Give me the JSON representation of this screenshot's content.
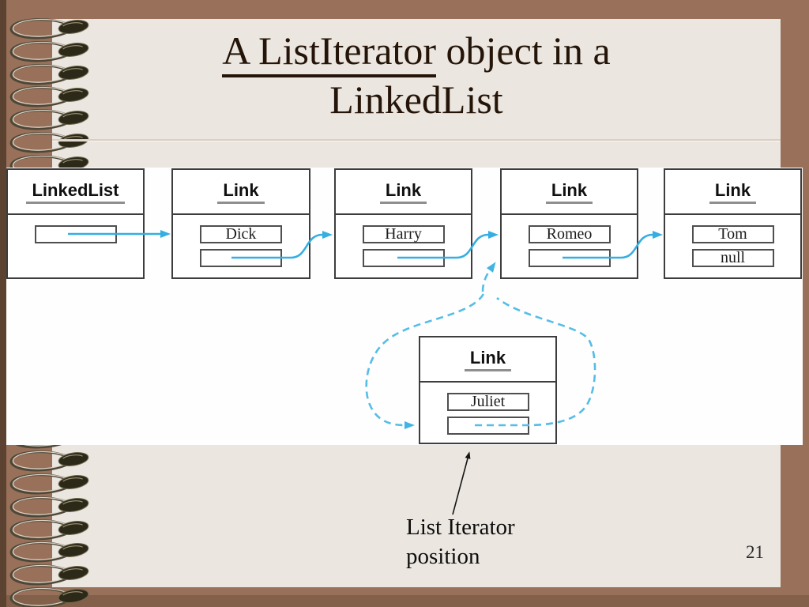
{
  "slide": {
    "title_line1_underlined": "A ListIterator",
    "title_line1_rest": " object in a",
    "title_line2": "LinkedList",
    "caption_line1": "List Iterator",
    "caption_line2": "position",
    "page_number": "21"
  },
  "diagram": {
    "boxes": [
      {
        "title": "LinkedList",
        "field1": ""
      },
      {
        "title": "Link",
        "field1": "Dick",
        "field2": ""
      },
      {
        "title": "Link",
        "field1": "Harry",
        "field2": ""
      },
      {
        "title": "Link",
        "field1": "Romeo",
        "field2": ""
      },
      {
        "title": "Link",
        "field1": "Tom",
        "field2": "null"
      },
      {
        "title": "Link",
        "field1": "Juliet",
        "field2": ""
      }
    ]
  },
  "colors": {
    "background_brown": "#997059",
    "slide_cream": "#ebe6e0",
    "diagram_white": "#fefefe",
    "title_text": "#251509",
    "arrow_solid": "#35aee1",
    "arrow_dashed": "#55bde7"
  }
}
